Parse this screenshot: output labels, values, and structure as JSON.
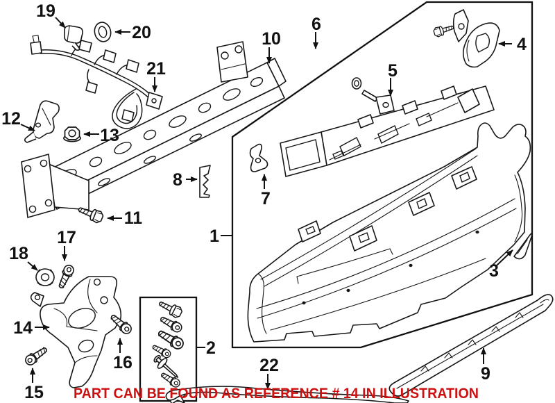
{
  "figure": {
    "background": "#ffffff",
    "line_color": "#161616",
    "accent_red": "#cc1111"
  },
  "callouts": {
    "c1": "1",
    "c2": "2",
    "c3": "3",
    "c4": "4",
    "c5": "5",
    "c6": "6",
    "c7": "7",
    "c8": "8",
    "c9": "9",
    "c10": "10",
    "c11": "11",
    "c12": "12",
    "c13": "13",
    "c14": "14",
    "c15": "15",
    "c16": "16",
    "c17": "17",
    "c18": "18",
    "c19": "19",
    "c20": "20",
    "c21": "21",
    "c22": "22"
  },
  "caption": {
    "text": "PART CAN BE FOUND AS REFERENCE # 14 IN ILLUSTRATION"
  }
}
